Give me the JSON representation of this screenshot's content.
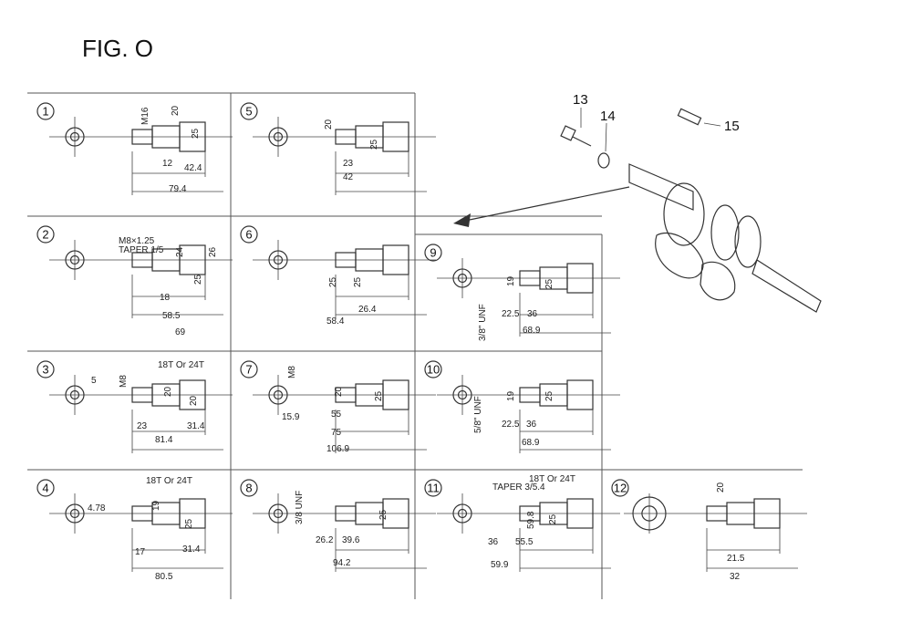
{
  "title": "FIG. O",
  "callouts": [
    "13",
    "14",
    "15"
  ],
  "panels": [
    {
      "num": "1",
      "labels": [
        "M16",
        "20",
        "25",
        "12",
        "42.4",
        "79.4"
      ]
    },
    {
      "num": "2",
      "labels": [
        "M8×1.25",
        "TAPER 1/5",
        "24",
        "26",
        "25",
        "18",
        "58.5",
        "69"
      ]
    },
    {
      "num": "3",
      "labels": [
        "5",
        "M8",
        "18T Or 24T",
        "20",
        "20",
        "23",
        "31.4",
        "81.4"
      ]
    },
    {
      "num": "4",
      "labels": [
        "4.78",
        "19",
        "18T Or 24T",
        "25",
        "17",
        "31.4",
        "80.5"
      ]
    },
    {
      "num": "5",
      "labels": [
        "20",
        "25",
        "23",
        "42"
      ]
    },
    {
      "num": "6",
      "labels": [
        "25",
        "25",
        "26.4",
        "58.4"
      ]
    },
    {
      "num": "7",
      "labels": [
        "M8",
        "20",
        "25",
        "15.9",
        "55",
        "75",
        "106.9"
      ]
    },
    {
      "num": "8",
      "labels": [
        "3/8 UNF",
        "25",
        "26.2",
        "39.6",
        "94.2"
      ]
    },
    {
      "num": "9",
      "labels": [
        "3/8\" UNF",
        "19",
        "22.5",
        "36",
        "25",
        "68.9"
      ]
    },
    {
      "num": "10",
      "labels": [
        "5/8\" UNF",
        "19",
        "22.5",
        "36",
        "25",
        "68.9"
      ]
    },
    {
      "num": "11",
      "labels": [
        "TAPER 3/5.4",
        "18T Or 24T",
        "36",
        "55.5",
        "59.8",
        "25",
        "59.9"
      ]
    },
    {
      "num": "12",
      "labels": [
        "20",
        "21.5",
        "32"
      ]
    }
  ]
}
